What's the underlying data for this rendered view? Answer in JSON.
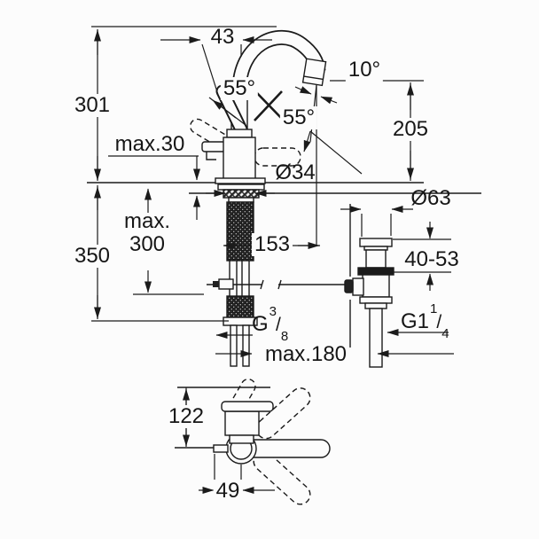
{
  "colors": {
    "background": "#fcfcfc",
    "line": "#1b1b1b",
    "text": "#161616"
  },
  "labels": {
    "d43": "43",
    "d301": "301",
    "max30": "max.30",
    "angle55_left": "55°",
    "angle55_right": "55°",
    "angle10": "10°",
    "d205": "205",
    "dia34": "Ø34",
    "d350": "350",
    "max300": {
      "line1": "max.",
      "line2": "300"
    },
    "d153": "153",
    "dia63": "Ø63",
    "range4053": "40-53",
    "thread_small": {
      "prefix": "G",
      "sup": "3",
      "slash": "/",
      "sub": "8"
    },
    "thread_large": {
      "prefix": "G1",
      "sup": "1",
      "slash": "/",
      "sub": "4"
    },
    "max180": "max.180",
    "d122": "122",
    "d49": "49"
  }
}
